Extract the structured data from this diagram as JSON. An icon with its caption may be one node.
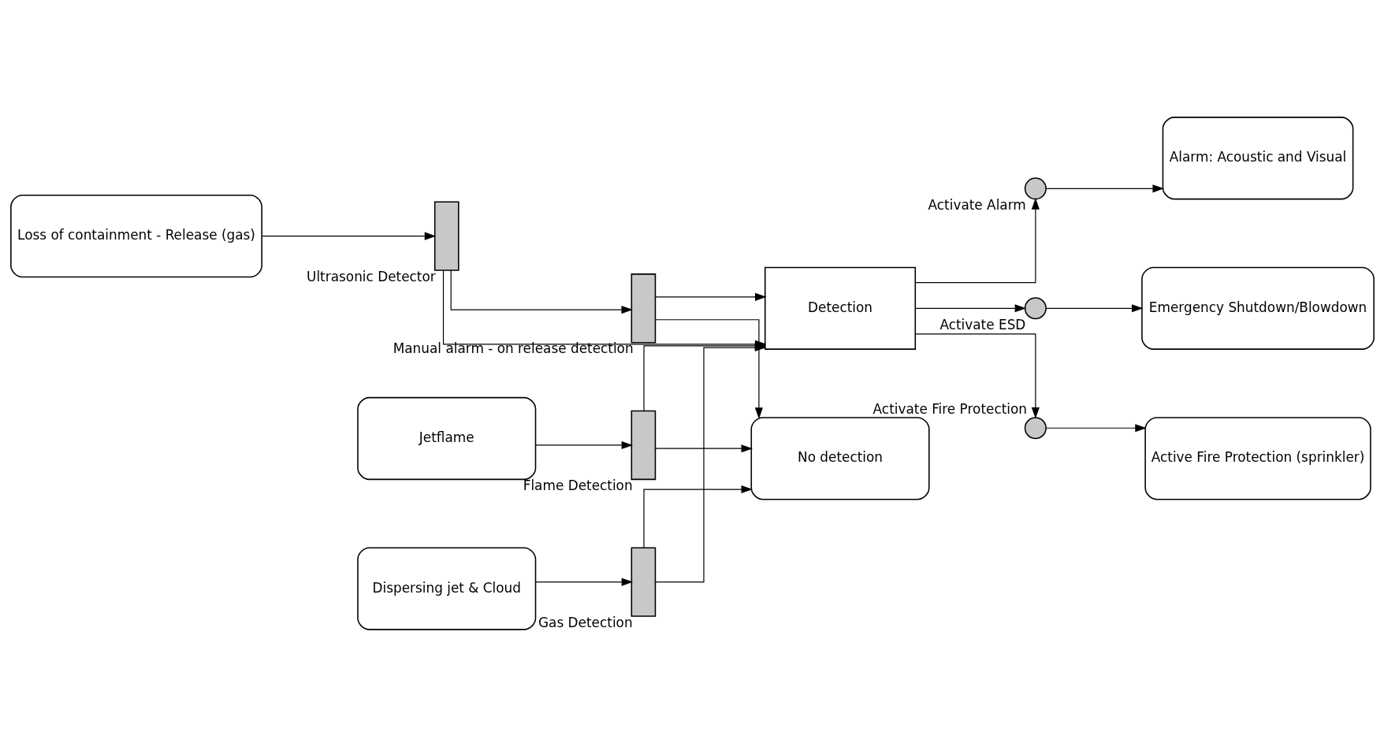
{
  "diagram": {
    "nodes": [
      {
        "text": [
          "Jetflame"
        ]
      },
      {
        "text": [
          "Dispersing jet & Cloud"
        ]
      },
      {
        "text": [
          "Loss of containment - Release (gas)"
        ]
      },
      {
        "text": [],
        "shape": "bar",
        "beside": [
          "Ultrasonic Detector"
        ]
      },
      {
        "text": [],
        "shape": "bar",
        "beside": [
          "Manual alarm - on release detection"
        ]
      },
      {
        "text": [],
        "shape": "bar",
        "beside": [
          "Gas Detection"
        ]
      },
      {
        "text": [],
        "shape": "bar",
        "beside": [
          "Flame Detection"
        ]
      },
      {
        "text": [
          "Detection"
        ]
      },
      {
        "text": [],
        "shape": "circle",
        "beside": [
          "Activate Alarm"
        ]
      },
      {
        "text": [],
        "shape": "circle",
        "beside": [
          "Activate ESD"
        ]
      },
      {
        "text": [],
        "shape": "circle",
        "beside": [
          "Activate Fire Protection"
        ]
      },
      {
        "text": [
          "Alarm: Acoustic and Visual"
        ]
      },
      {
        "text": [
          "Emergency Shutdown/Blowdown"
        ]
      },
      {
        "text": [
          "Active Fire Protection (sprinkler)"
        ]
      },
      {
        "text": [
          "No detection"
        ]
      }
    ],
    "edges": [
      {
        "from": 2,
        "to": 3,
        "arrow": "to"
      },
      {
        "from": 3,
        "to": 4,
        "arrow": "to"
      },
      {
        "from": 4,
        "to": 14,
        "arrow": "to"
      },
      {
        "from": 3,
        "to": 7,
        "arrow": "to"
      },
      {
        "from": 4,
        "to": 7,
        "arrow": "to"
      },
      {
        "from": 1,
        "to": 5,
        "arrow": "to"
      },
      {
        "from": 5,
        "to": 7,
        "arrow": "to"
      },
      {
        "from": 5,
        "to": 14,
        "arrow": "to"
      },
      {
        "from": 0,
        "to": 6,
        "arrow": "to"
      },
      {
        "from": 6,
        "to": 7,
        "arrow": "to"
      },
      {
        "from": 6,
        "to": 14,
        "arrow": "to"
      },
      {
        "from": 7,
        "to": 8,
        "arrow": "to"
      },
      {
        "from": 7,
        "to": 9,
        "arrow": "to"
      },
      {
        "from": 7,
        "to": 10,
        "arrow": "to"
      },
      {
        "from": 8,
        "to": 11,
        "arrow": "to"
      },
      {
        "from": 9,
        "to": 12,
        "arrow": "to"
      },
      {
        "from": 10,
        "to": 13,
        "arrow": "to"
      }
    ]
  }
}
